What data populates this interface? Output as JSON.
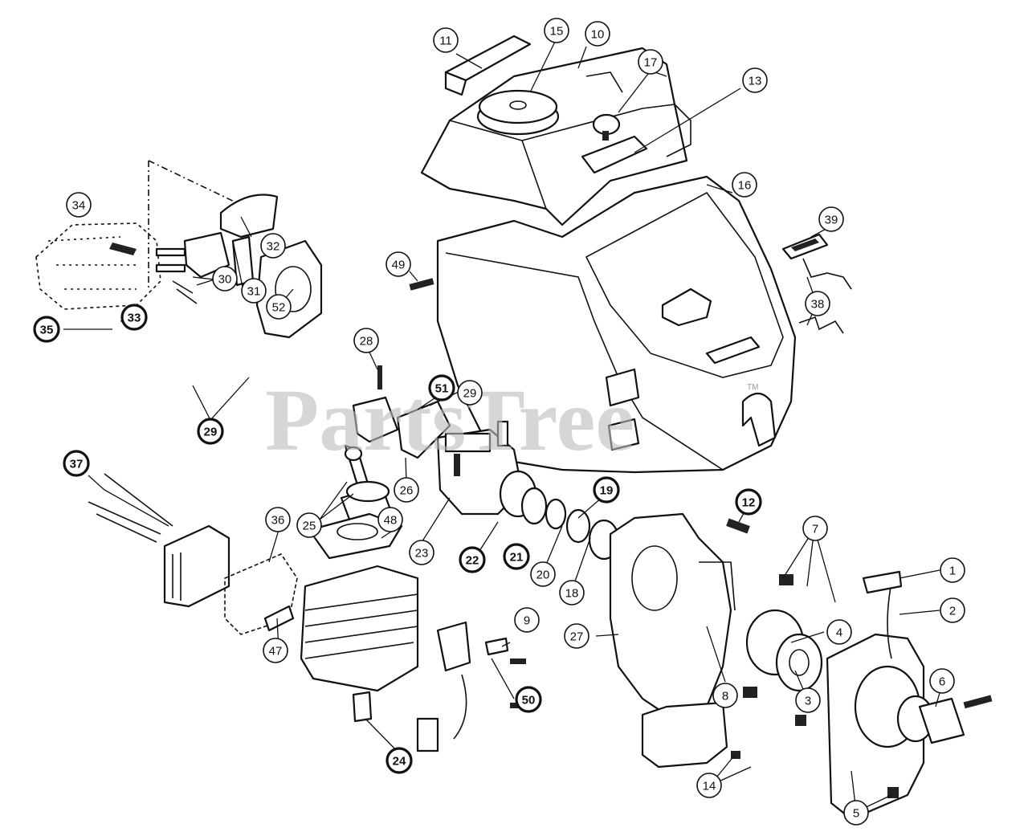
{
  "watermark": {
    "text": "PartsTree",
    "trademark": "TM"
  },
  "callouts": [
    {
      "id": "c11",
      "label": "11",
      "bold": false
    },
    {
      "id": "c15",
      "label": "15",
      "bold": false
    },
    {
      "id": "c10",
      "label": "10",
      "bold": false
    },
    {
      "id": "c17",
      "label": "17",
      "bold": false
    },
    {
      "id": "c13",
      "label": "13",
      "bold": false
    },
    {
      "id": "c16",
      "label": "16",
      "bold": false
    },
    {
      "id": "c34",
      "label": "34",
      "bold": false
    },
    {
      "id": "c32",
      "label": "32",
      "bold": false
    },
    {
      "id": "c39",
      "label": "39",
      "bold": false
    },
    {
      "id": "c49",
      "label": "49",
      "bold": false
    },
    {
      "id": "c30",
      "label": "30",
      "bold": false
    },
    {
      "id": "c31",
      "label": "31",
      "bold": false
    },
    {
      "id": "c52",
      "label": "52",
      "bold": false
    },
    {
      "id": "c33",
      "label": "33",
      "bold": true
    },
    {
      "id": "c35",
      "label": "35",
      "bold": true
    },
    {
      "id": "c38",
      "label": "38",
      "bold": false
    },
    {
      "id": "c28",
      "label": "28",
      "bold": false
    },
    {
      "id": "c51",
      "label": "51",
      "bold": true
    },
    {
      "id": "c29a",
      "label": "29",
      "bold": false
    },
    {
      "id": "c29b",
      "label": "29",
      "bold": true
    },
    {
      "id": "c37",
      "label": "37",
      "bold": true
    },
    {
      "id": "c26",
      "label": "26",
      "bold": false
    },
    {
      "id": "c25",
      "label": "25",
      "bold": false
    },
    {
      "id": "c36",
      "label": "36",
      "bold": false
    },
    {
      "id": "c48",
      "label": "48",
      "bold": false
    },
    {
      "id": "c23",
      "label": "23",
      "bold": false
    },
    {
      "id": "c19",
      "label": "19",
      "bold": true
    },
    {
      "id": "c12",
      "label": "12",
      "bold": true
    },
    {
      "id": "c7",
      "label": "7",
      "bold": false
    },
    {
      "id": "c22",
      "label": "22",
      "bold": true
    },
    {
      "id": "c21",
      "label": "21",
      "bold": true
    },
    {
      "id": "c20",
      "label": "20",
      "bold": false
    },
    {
      "id": "c18",
      "label": "18",
      "bold": false
    },
    {
      "id": "c1",
      "label": "1",
      "bold": false
    },
    {
      "id": "c2",
      "label": "2",
      "bold": false
    },
    {
      "id": "c47",
      "label": "47",
      "bold": false
    },
    {
      "id": "c9",
      "label": "9",
      "bold": false
    },
    {
      "id": "c27",
      "label": "27",
      "bold": false
    },
    {
      "id": "c4",
      "label": "4",
      "bold": false
    },
    {
      "id": "c6",
      "label": "6",
      "bold": false
    },
    {
      "id": "c50",
      "label": "50",
      "bold": true
    },
    {
      "id": "c8",
      "label": "8",
      "bold": false
    },
    {
      "id": "c3",
      "label": "3",
      "bold": false
    },
    {
      "id": "c24",
      "label": "24",
      "bold": true
    },
    {
      "id": "c14",
      "label": "14",
      "bold": false
    },
    {
      "id": "c5",
      "label": "5",
      "bold": false
    }
  ]
}
